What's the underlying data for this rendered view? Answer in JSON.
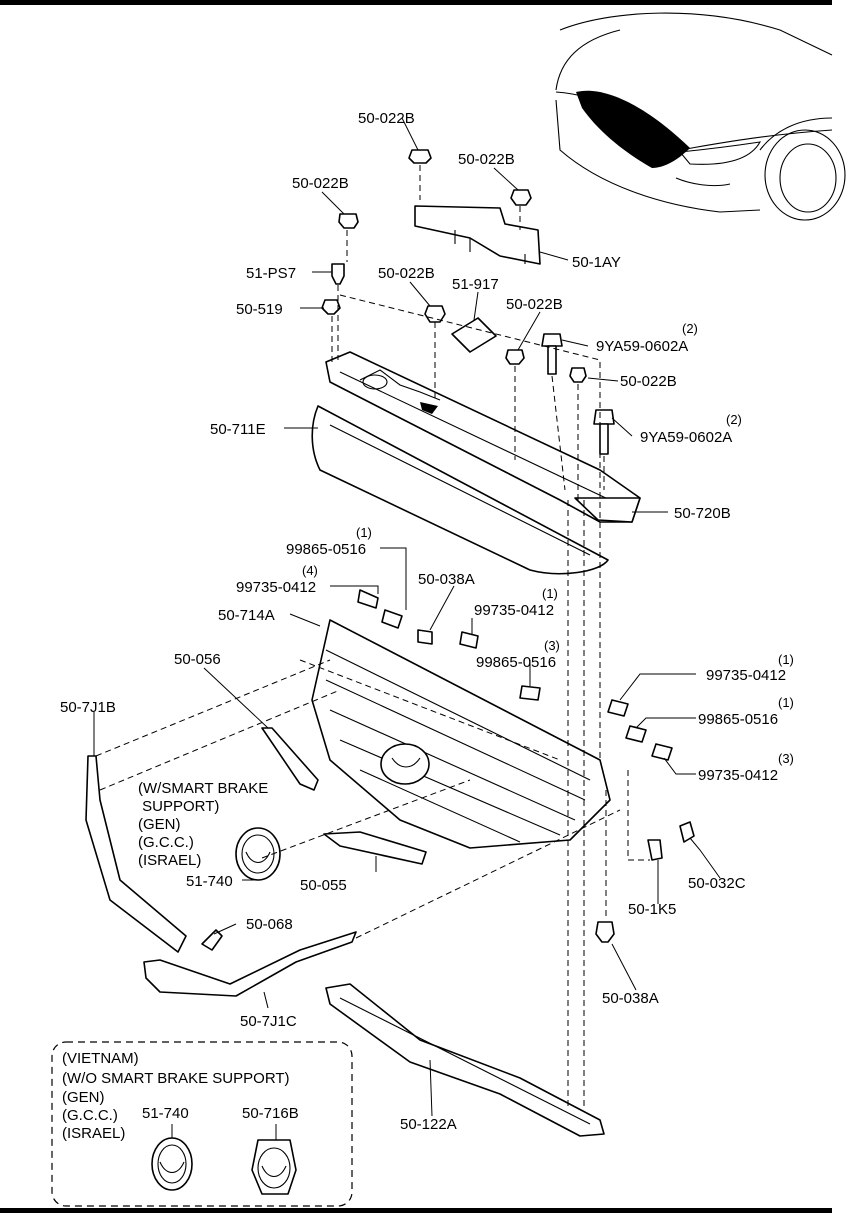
{
  "diagram": {
    "parts": {
      "p_50_022B_a": "50-022B",
      "p_50_022B_b": "50-022B",
      "p_50_022B_c": "50-022B",
      "p_50_022B_d": "50-022B",
      "p_50_022B_e": "50-022B",
      "p_50_022B_f": "50-022B",
      "p_50_1AY": "50-1AY",
      "p_51_PS7": "51-PS7",
      "p_51_917": "51-917",
      "p_50_519": "50-519",
      "p_9YA59_a": "9YA59-0602A",
      "p_9YA59_b": "9YA59-0602A",
      "p_50_711E": "50-711E",
      "p_50_720B": "50-720B",
      "p_99865_a": "99865-0516",
      "p_99735_a": "99735-0412",
      "p_50_038A_a": "50-038A",
      "p_50_714A": "50-714A",
      "p_99735_b": "99735-0412",
      "p_99865_b": "99865-0516",
      "p_50_056": "50-056",
      "p_99735_c": "99735-0412",
      "p_99865_c": "99865-0516",
      "p_99735_d": "99735-0412",
      "p_50_7J1B": "50-7J1B",
      "p_51_740_a": "51-740",
      "p_50_055": "50-055",
      "p_50_032C": "50-032C",
      "p_50_1K5": "50-1K5",
      "p_50_068": "50-068",
      "p_50_038A_b": "50-038A",
      "p_50_7J1C": "50-7J1C",
      "p_50_122A": "50-122A",
      "p_51_740_b": "51-740",
      "p_50_716B": "50-716B"
    },
    "quantities": {
      "q_9YA59_a": "(2)",
      "q_9YA59_b": "(2)",
      "q_99865_a": "(1)",
      "q_99735_a": "(4)",
      "q_99735_b": "(1)",
      "q_99865_b": "(3)",
      "q_99735_c": "(1)",
      "q_99865_c": "(1)",
      "q_99735_d": "(3)"
    },
    "notes": {
      "smart_brake": [
        "(W/SMART BRAKE",
        " SUPPORT)",
        "(GEN)",
        "(G.C.C.)",
        "(ISRAEL)"
      ],
      "vietnam": [
        "(VIETNAM)",
        "(W/O SMART BRAKE SUPPORT)",
        "(GEN)",
        "(G.C.C.)",
        "(ISRAEL)"
      ]
    }
  }
}
